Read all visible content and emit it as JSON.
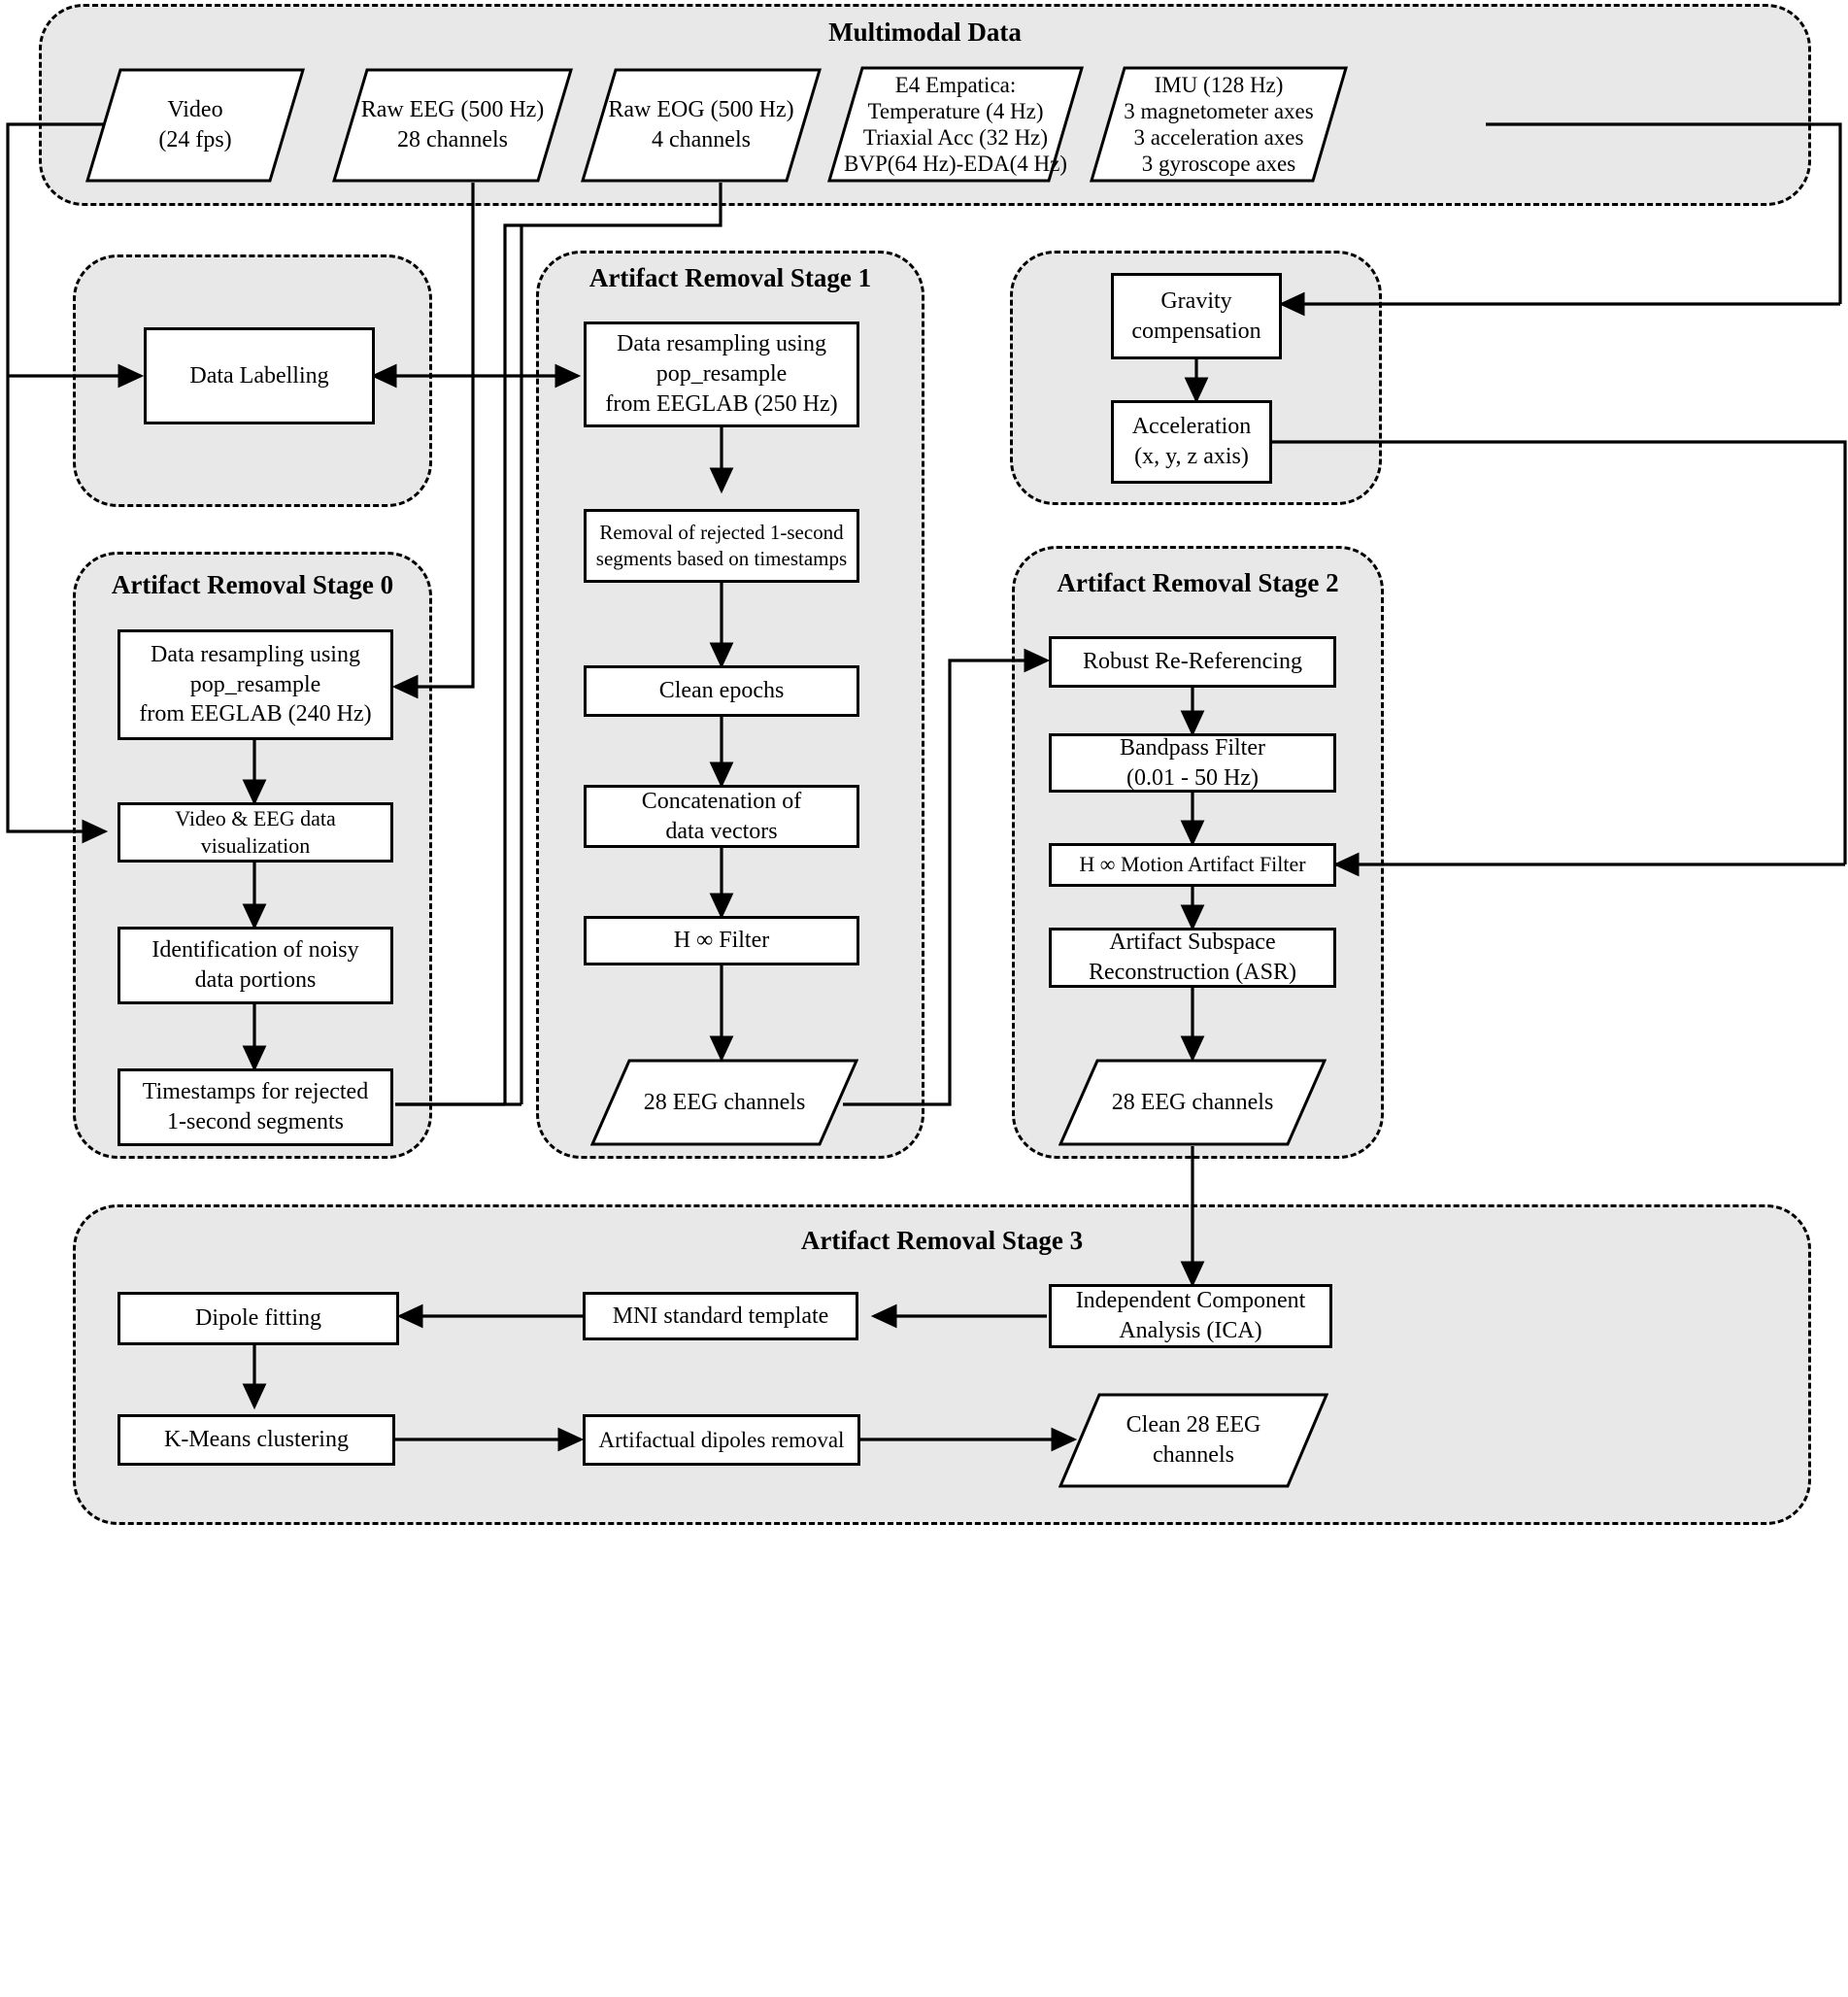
{
  "colors": {
    "group_fill": "#e8e8e8",
    "box_fill": "#ffffff",
    "stroke": "#000000",
    "page_bg": "#ffffff"
  },
  "groups": {
    "multimodal": {
      "title": "Multimodal Data"
    },
    "labelling": {
      "title": ""
    },
    "stage0": {
      "title": "Artifact Removal Stage 0"
    },
    "stage1": {
      "title": "Artifact Removal Stage 1"
    },
    "imu": {
      "title": ""
    },
    "stage2": {
      "title": "Artifact Removal Stage 2"
    },
    "stage3": {
      "title": "Artifact Removal Stage 3"
    }
  },
  "multimodal_sources": [
    {
      "name": "video",
      "lines": [
        "Video",
        "(24 fps)"
      ]
    },
    {
      "name": "raw-eeg",
      "lines": [
        "Raw EEG (500 Hz)",
        "28 channels"
      ]
    },
    {
      "name": "raw-eog",
      "lines": [
        "Raw EOG (500 Hz)",
        "4 channels"
      ]
    },
    {
      "name": "e4-empatica",
      "lines": [
        "E4 Empatica:",
        "Temperature (4 Hz)",
        "Triaxial Acc (32 Hz)",
        "BVP(64 Hz)-EDA(4 Hz)"
      ]
    },
    {
      "name": "imu-source",
      "lines": [
        "IMU (128 Hz)",
        "3 magnetometer axes",
        "3 acceleration axes",
        "3 gyroscope axes"
      ]
    }
  ],
  "labelling": {
    "data_labelling": "Data Labelling"
  },
  "stage0_steps": [
    {
      "name": "resample-240",
      "lines": [
        "Data resampling using",
        "pop_resample",
        "from EEGLAB (240 Hz)"
      ]
    },
    {
      "name": "video-eeg-visualization",
      "lines": [
        "Video & EEG data visualization"
      ]
    },
    {
      "name": "identify-noisy",
      "lines": [
        "Identification of noisy",
        "data portions"
      ]
    },
    {
      "name": "timestamps-rejected",
      "lines": [
        "Timestamps for rejected",
        "1-second segments"
      ]
    }
  ],
  "stage1_steps": [
    {
      "name": "resample-250",
      "lines": [
        "Data resampling using",
        "pop_resample",
        "from EEGLAB (250 Hz)"
      ]
    },
    {
      "name": "removal-rejected-segments",
      "lines": [
        "Removal of rejected 1-second",
        "segments based on timestamps"
      ]
    },
    {
      "name": "clean-epochs",
      "lines": [
        "Clean epochs"
      ]
    },
    {
      "name": "concatenation",
      "lines": [
        "Concatenation of",
        "data vectors"
      ]
    },
    {
      "name": "h-inf-filter",
      "lines": [
        "H ∞ Filter"
      ]
    }
  ],
  "stage1_output": {
    "name": "28-eeg-channels-stage1",
    "lines": [
      "28 EEG channels"
    ]
  },
  "imu_steps": [
    {
      "name": "gravity-compensation",
      "lines": [
        "Gravity",
        "compensation"
      ]
    },
    {
      "name": "acceleration-axes",
      "lines": [
        "Acceleration",
        "(x, y, z axis)"
      ]
    }
  ],
  "stage2_steps": [
    {
      "name": "robust-rereferencing",
      "lines": [
        "Robust Re-Referencing"
      ]
    },
    {
      "name": "bandpass-filter",
      "lines": [
        "Bandpass Filter",
        "(0.01 - 50 Hz)"
      ]
    },
    {
      "name": "h-inf-motion-artifact-filter",
      "lines": [
        "H ∞ Motion Artifact Filter"
      ]
    },
    {
      "name": "asr",
      "lines": [
        "Artifact Subspace",
        "Reconstruction (ASR)"
      ]
    }
  ],
  "stage2_output": {
    "name": "28-eeg-channels-stage2",
    "lines": [
      "28 EEG channels"
    ]
  },
  "stage3_steps": [
    {
      "name": "ica",
      "lines": [
        "Independent Component",
        "Analysis (ICA)"
      ]
    },
    {
      "name": "mni-template",
      "lines": [
        "MNI standard template"
      ]
    },
    {
      "name": "dipole-fitting",
      "lines": [
        "Dipole fitting"
      ]
    },
    {
      "name": "kmeans-clustering",
      "lines": [
        "K-Means clustering"
      ]
    },
    {
      "name": "artifactual-dipoles-removal",
      "lines": [
        "Artifactual dipoles removal"
      ]
    }
  ],
  "stage3_output": {
    "name": "clean-28-eeg-channels",
    "lines": [
      "Clean 28 EEG",
      "channels"
    ]
  }
}
